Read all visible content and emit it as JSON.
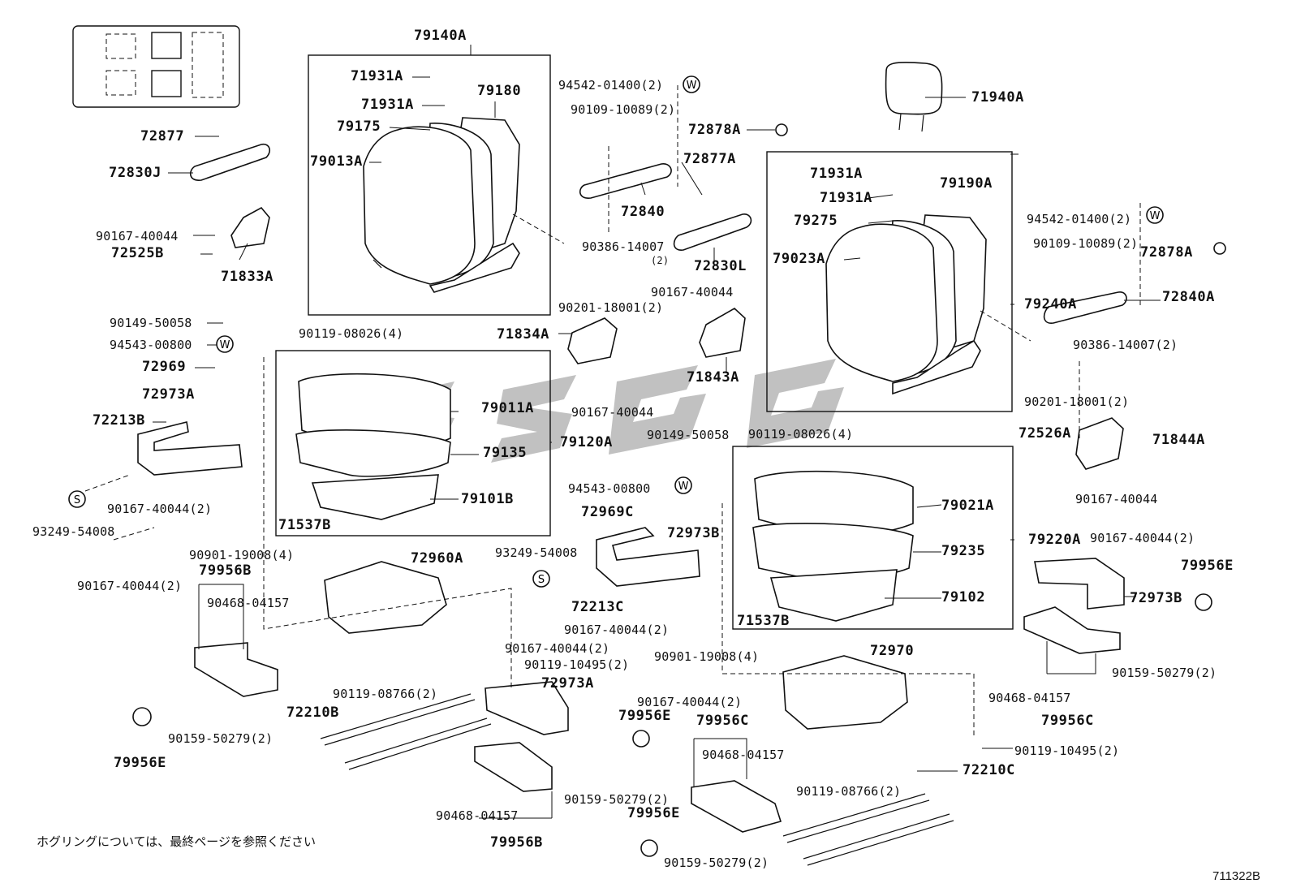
{
  "labels": {
    "l79140A": "79140A",
    "l71931A_1": "71931A",
    "l71931A_2": "71931A",
    "l79180": "79180",
    "l79175": "79175",
    "l79013A": "79013A",
    "l72877": "72877",
    "l72830J": "72830J",
    "l90167_40044_a": "90167-40044",
    "l72525B": "72525B",
    "l71833A": "71833A",
    "l94542_a": "94542-01400(2)",
    "l90109_a": "90109-10089(2)",
    "l72878A_a": "72878A",
    "l72877A": "72877A",
    "l72840": "72840",
    "l90386_a": "90386-14007",
    "l90386_a_qty": "(2)",
    "l72830L": "72830L",
    "l90201_a": "90201-18001(2)",
    "l90167_40044_b": "90167-40044",
    "l90149_50058_a": "90149-50058",
    "l94543_00800_a": "94543-00800",
    "l72969": "72969",
    "l72973A_a": "72973A",
    "l72213B": "72213B",
    "l90119_08026_a": "90119-08026(4)",
    "l71834A": "71834A",
    "l79011A": "79011A",
    "l79120A": "79120A",
    "l79135": "79135",
    "l79101B": "79101B",
    "l71537B_a": "71537B",
    "l90167_40044_c": "90167-40044",
    "l71843A": "71843A",
    "l90167_40044_d": "90167-40044(2)",
    "l93249_a": "93249-54008",
    "l90167_40044_e": "90167-40044(2)",
    "l90901_a": "90901-19008(4)",
    "l72960A": "72960A",
    "l79956B_a": "79956B",
    "l90468_a": "90468-04157",
    "l72210B": "72210B",
    "l90119_08766_a": "90119-08766(2)",
    "l90159_a": "90159-50279(2)",
    "l79956E_a": "79956E",
    "l71940A": "71940A",
    "l71931A_3": "71931A",
    "l71931A_4": "71931A",
    "l79190A": "79190A",
    "l79275": "79275",
    "l79023A": "79023A",
    "l79240A": "79240A",
    "l94542_b": "94542-01400(2)",
    "l90109_b": "90109-10089(2)",
    "l72878A_b": "72878A",
    "l72840A": "72840A",
    "l90386_b": "90386-14007(2)",
    "l90201_b": "90201-18001(2)",
    "l90119_08026_b": "90119-08026(4)",
    "l72526A": "72526A",
    "l71844A": "71844A",
    "l90167_40044_f": "90167-40044",
    "l90149_50058_b": "90149-50058",
    "l94543_00800_b": "94543-00800",
    "l72969C": "72969C",
    "l72973B_a": "72973B",
    "l93249_b": "93249-54008",
    "l72213C": "72213C",
    "l90167_40044_g": "90167-40044(2)",
    "l90167_40044_h": "90167-40044(2)",
    "l90119_10495_a": "90119-10495(2)",
    "l72973A_b": "72973A",
    "l90167_40044_i": "90167-40044(2)",
    "l79956E_b": "79956E",
    "l90159_b": "90159-50279(2)",
    "l90468_b": "90468-04157",
    "l79956B_b": "79956B",
    "l79956C_a": "79956C",
    "l90468_c": "90468-04157",
    "l79956E_c": "79956E",
    "l90159_c": "90159-50279(2)",
    "l90901_b": "90901-19008(4)",
    "l72970": "72970",
    "l90119_08766_b": "90119-08766(2)",
    "l79021A": "79021A",
    "l79220A": "79220A",
    "l79235": "79235",
    "l79102": "79102",
    "l71537B_b": "71537B",
    "l90167_40044_j": "90167-40044(2)",
    "l79956E_d": "79956E",
    "l72973B_b": "72973B",
    "l90159_d": "90159-50279(2)",
    "l90468_d": "90468-04157",
    "l79956C_b": "79956C",
    "l90119_10495_b": "90119-10495(2)",
    "l72210C": "72210C"
  },
  "marks": {
    "washer": "W",
    "spacer": "S"
  },
  "footer": {
    "note": "ホグリングについては、最終ページを参照ください",
    "diagram_code": "711322B"
  }
}
